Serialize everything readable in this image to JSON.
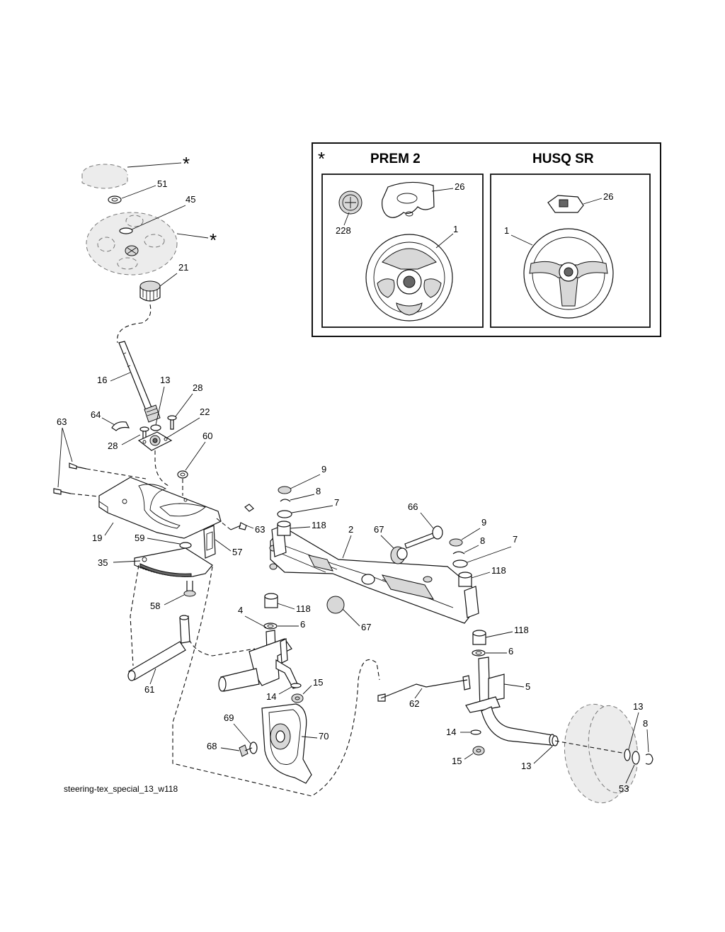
{
  "inset": {
    "marker": "*",
    "left_title": "PREM 2",
    "right_title": "HUSQ SR"
  },
  "caption": "steering-tex_special_13_w118",
  "labels": {
    "star_cap": "*",
    "n51": "51",
    "n45": "45",
    "star_wheel": "*",
    "n21": "21",
    "n16": "16",
    "n13_shaft": "13",
    "n28_top": "28",
    "n64": "64",
    "n63_left": "63",
    "n22": "22",
    "n28_left": "28",
    "n60": "60",
    "n19": "19",
    "n59": "59",
    "n63_right": "63",
    "n35": "35",
    "n57": "57",
    "n58": "58",
    "n61": "61",
    "n9_left": "9",
    "n8_left": "8",
    "n7_left": "7",
    "n118_a": "118",
    "n2": "2",
    "n66": "66",
    "n67_top": "67",
    "n9_right": "9",
    "n8_right": "8",
    "n7_right": "7",
    "n118_b": "118",
    "n118_c": "118",
    "n4": "4",
    "n6_left": "6",
    "n67_bottom": "67",
    "n118_d": "118",
    "n6_right": "6",
    "n5": "5",
    "n14_left": "14",
    "n15_left": "15",
    "n62": "62",
    "n69": "69",
    "n70": "70",
    "n68": "68",
    "n14_right": "14",
    "n15_right": "15",
    "n13_spindle": "13",
    "n13_right": "13",
    "n8_far": "8",
    "n53": "53",
    "p2_26": "26",
    "p2_228": "228",
    "p2_1": "1",
    "sr_26": "26",
    "sr_1": "1"
  }
}
